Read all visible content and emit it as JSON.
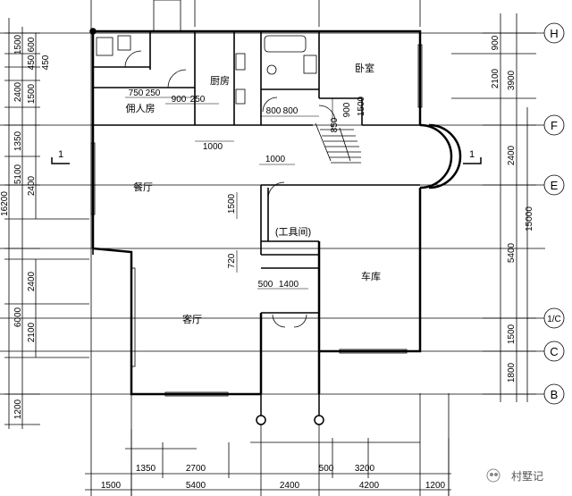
{
  "rooms": {
    "servant_room": "佣人房",
    "kitchen": "厨房",
    "bedroom": "卧室",
    "dining_room": "餐厅",
    "tool_room": "(工具间)",
    "garage": "车库",
    "living_room": "客厅"
  },
  "axis_labels": {
    "H": "H",
    "F": "F",
    "E": "E",
    "one_c": "1/C",
    "C": "C",
    "B": "B"
  },
  "section_marks": {
    "left": "1",
    "right": "1"
  },
  "left_dims": {
    "d1500a": "1500",
    "d600": "600",
    "d450a": "450",
    "d450b": "450",
    "d2400a": "2400",
    "d1500b": "1500",
    "d1350": "1350",
    "d5100": "5100",
    "d2400b": "2400",
    "d16200": "16200",
    "d2400c": "2400",
    "d6000": "6000",
    "d2100": "2100",
    "d1200": "1200"
  },
  "right_dims": {
    "d900": "900",
    "d2100": "2100",
    "d3900": "3900",
    "d2400": "2400",
    "d5400": "5400",
    "d15000": "15000",
    "d1500": "1500",
    "d1800": "1800"
  },
  "bottom_dims": {
    "d1350": "1350",
    "d2700": "2700",
    "d500": "500",
    "d3200": "3200",
    "d1500": "1500",
    "d5400": "5400",
    "d2400": "2400",
    "d4200": "4200",
    "d1200": "1200"
  },
  "interior_dims": {
    "d750": "750",
    "d250a": "250",
    "d900": "900",
    "d250b": "250",
    "d1000a": "1000",
    "d800a": "800",
    "d800b": "800",
    "d850": "850",
    "d900b": "900",
    "d1500": "1500",
    "d1000b": "1000",
    "d1500b": "1500",
    "d720": "720",
    "d500": "500",
    "d1400": "1400"
  },
  "watermark": "村墅记"
}
